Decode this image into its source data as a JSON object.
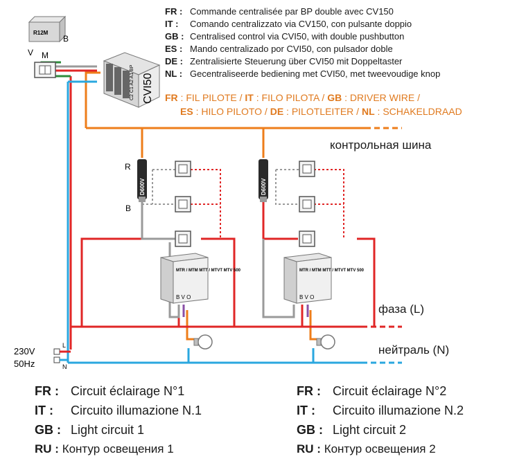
{
  "legend": [
    {
      "code": "FR :",
      "text": "Commande centralisée par BP double avec CV150"
    },
    {
      "code": "IT :",
      "text": "Comando centralizzato via CV150, con pulsante doppio"
    },
    {
      "code": "GB :",
      "text": "Centralised control via CVI50, with double pushbutton"
    },
    {
      "code": "ES :",
      "text": "Mando centralizado por CVI50, con pulsador doble"
    },
    {
      "code": "DE :",
      "text": "Zentralisierte Steuerung über CVI50 mit Doppeltaster"
    },
    {
      "code": "NL :",
      "text": "Gecentraliseerde bediening met CVI50, met tweevoudige knop"
    }
  ],
  "pilot": {
    "line1": [
      {
        "code": "FR",
        "text": "FIL PILOTE"
      },
      {
        "code": "IT",
        "text": "FILO PILOTA"
      },
      {
        "code": "GB",
        "text": "DRIVER WIRE /"
      }
    ],
    "line2": [
      {
        "code": "ES",
        "text": "HILO PILOTO"
      },
      {
        "code": "DE",
        "text": "PILOTLEITER"
      },
      {
        "code": "NL",
        "text": "SCHAKELDRAAD"
      }
    ]
  },
  "labels": {
    "control_bus": "контрольная шина",
    "phase": "фаза (L)",
    "neutral": "нейтраль (N)",
    "voltage": "230V",
    "freq": "50Hz",
    "L": "L",
    "N": "N",
    "R": "R",
    "B": "B",
    "V": "V",
    "M": "M",
    "B2": "B",
    "r12m": "R12M",
    "cv150": "CVI50",
    "cv_terminals": "C2 C1 A2 A1 BP",
    "d600v": "D600V",
    "mtr_module": "MTR / MTM MTT / MTVT MTV 500",
    "mod_terms": "B V O"
  },
  "circuits": {
    "c1": [
      {
        "code": "FR :",
        "text": "Circuit éclairage N°1"
      },
      {
        "code": "IT :",
        "text": "Circuito illumazione N.1"
      },
      {
        "code": "GB :",
        "text": "Light circuit 1"
      },
      {
        "code": "RU :",
        "text": "Контур освещения 1"
      }
    ],
    "c2": [
      {
        "code": "FR :",
        "text": "Circuit éclairage N°2"
      },
      {
        "code": "IT :",
        "text": "Circuito illumazione N.2"
      },
      {
        "code": "GB :",
        "text": "Light circuit 2"
      },
      {
        "code": "RU :",
        "text": "Контур освещения 2"
      }
    ]
  },
  "colors": {
    "phase": "#e02626",
    "neutral": "#2aa7df",
    "pilot": "#ee7d1a",
    "grey": "#9a9a9a",
    "purple": "#8a4fa6",
    "green": "#2e8b3a"
  }
}
